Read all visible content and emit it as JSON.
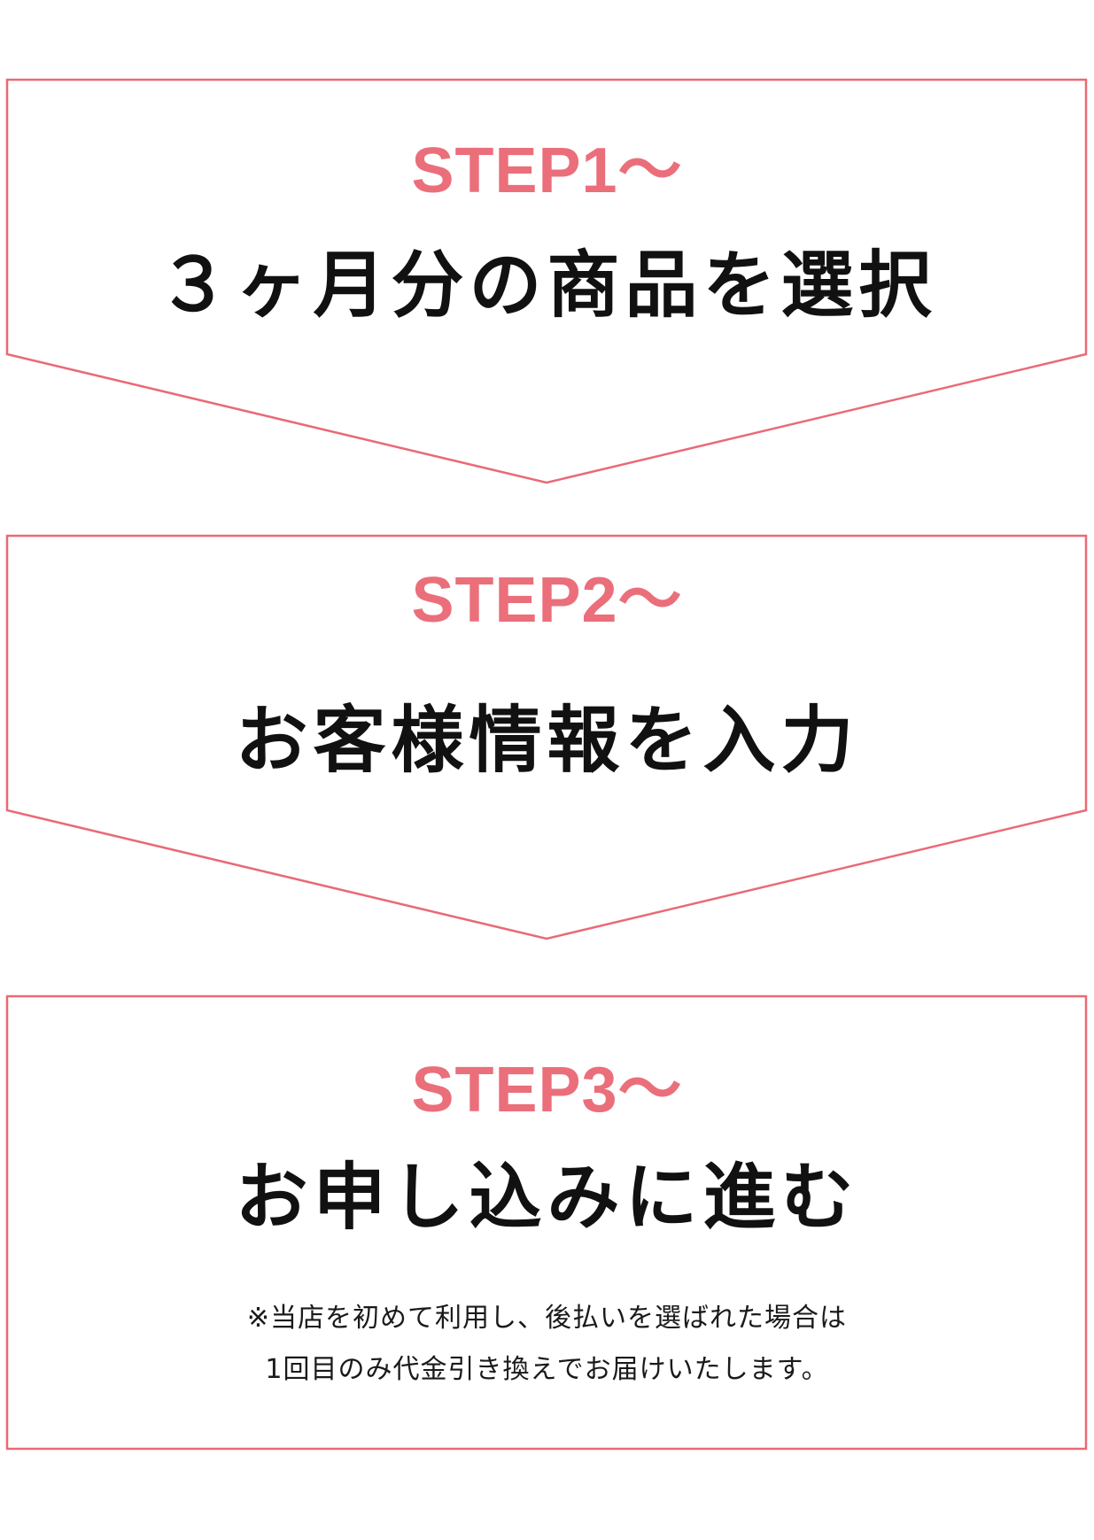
{
  "steps": [
    {
      "label": "STEP1～",
      "title": "３ヶ月分の商品を選択"
    },
    {
      "label": "STEP2～",
      "title": "お客様情報を入力"
    },
    {
      "label": "STEP3～",
      "title": "お申し込みに進む"
    }
  ],
  "note": {
    "line1": "※当店を初めて利用し、後払いを選ばれた場合は",
    "line2": "1回目のみ代金引き換えでお届けいたします。"
  },
  "colors": {
    "accent": "#e96a75",
    "text": "#111111",
    "background": "#ffffff"
  }
}
